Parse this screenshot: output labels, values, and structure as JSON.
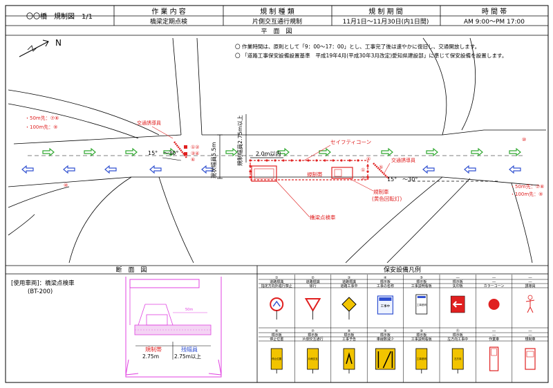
{
  "header": {
    "title": "〇〇橋　規制図　1/1",
    "col_headers": [
      "作 業 内 容",
      "規 制 種 類",
      "規 制 期 間",
      "時 間 帯"
    ],
    "col_values": [
      "橋梁定期点検",
      "片側交互通行規制",
      "11月1日～11月30日(内1日間)",
      "AM 9:00～PM 17:00"
    ]
  },
  "plan": {
    "section_title": "平　面　図",
    "north_label": "N",
    "notes": [
      "〇  作業時間は、原則として「9：00～17：00」とし、工事完了後は速やかに復旧し、交通開放します。",
      "〇  「道路工事保安設備設置基準　平成19年4月(平成30年3月改定)愛知県建設部」に準じて保安設備を設置します。"
    ],
    "left_distances": [
      "・50m先：⑦⑧",
      "・100m先：⑨"
    ],
    "right_distances": [
      "・50m先：⑦⑧",
      "・100m先：⑨"
    ],
    "labels": {
      "guide_left": "交通誘導員",
      "guide_right": "交通誘導員",
      "angle_left": "15°　～30°",
      "angle_right": "15°　～30°",
      "cone": "セイフティコーン",
      "restrict_zone": "規制帯",
      "control_vehicle": "規制車",
      "control_vehicle_sub": "(黄色回転灯)",
      "inspection_vehicle": "橋梁点検車",
      "current_width": "現状幅員5.5m",
      "restrict_width": "規制幅員2.75m以上",
      "length": "2.0m以内",
      "circle_left_a": "①②",
      "circle_left_b": "③④",
      "circle_left_c": "⑥",
      "circle_right_a": "④",
      "circle_right_b": "①",
      "circle_right_c": "②③",
      "circle_right_d": "⑤",
      "circle_top_right": "⑩",
      "circle_bottom_left": "⑩"
    }
  },
  "section": {
    "section_title": "断　面　図",
    "vehicle_label": "[使用車両]：橋梁点検車",
    "vehicle_model": "(BT-200)",
    "zone_label": "規制帯",
    "remain_label": "残幅員",
    "remain_value": "2.75m",
    "remain_value2": "2.75m以上",
    "dim_label": "50m"
  },
  "legend": {
    "title": "保安設備凡例",
    "row1": [
      {
        "num": "①",
        "cat": "道路標識",
        "name": "指定方向外進行禁止"
      },
      {
        "num": "②",
        "cat": "道路標識",
        "name": "徐行"
      },
      {
        "num": "③",
        "cat": "道路標識",
        "name": "道路工事中"
      },
      {
        "num": "④",
        "cat": "標示板",
        "name": "工事の名称"
      },
      {
        "num": "⑤",
        "cat": "標示板",
        "name": "工事説明看板"
      },
      {
        "num": "―",
        "cat": "標示板",
        "name": "矢印板"
      },
      {
        "num": "―",
        "cat": "―",
        "name": "カラーコーン"
      },
      {
        "num": "―",
        "cat": "―",
        "name": "誘導員"
      }
    ],
    "row2": [
      {
        "num": "⑥",
        "cat": "標示板",
        "name": "停止位置"
      },
      {
        "num": "⑦",
        "cat": "標示板",
        "name": "片側交互通行"
      },
      {
        "num": "⑧",
        "cat": "標示板",
        "name": "工事予告"
      },
      {
        "num": "⑨",
        "cat": "標示板",
        "name": "車線数減少"
      },
      {
        "num": "⑩",
        "cat": "標示板",
        "name": "工事説明看板"
      },
      {
        "num": "⑪",
        "cat": "標示板",
        "name": "左方向工事中"
      },
      {
        "num": "―",
        "cat": "―",
        "name": "作業車"
      },
      {
        "num": "―",
        "cat": "―",
        "name": "規制車"
      }
    ],
    "sign_texts": {
      "top_sign4": "工事中",
      "board5": "工事説明",
      "b6": "停止位置",
      "b7": "片側交互",
      "b10": "工事説明",
      "b11": "左方向"
    }
  },
  "colors": {
    "red": "#e02020",
    "green": "#2fa82f",
    "blue": "#3050d0",
    "magenta": "#e040e0",
    "yellow": "#f2c400"
  }
}
